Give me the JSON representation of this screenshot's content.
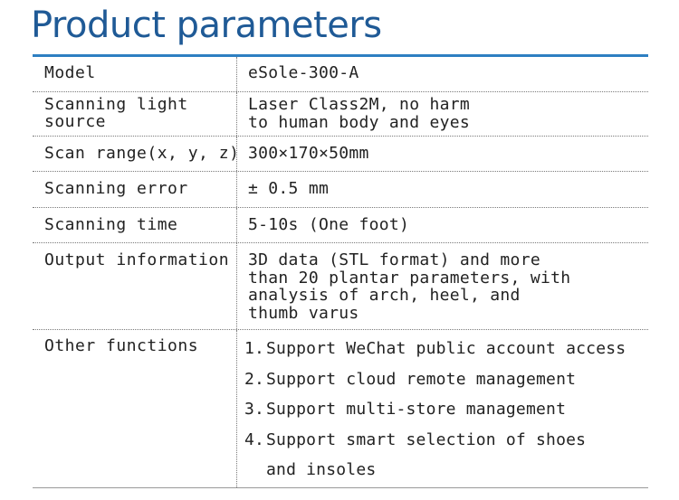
{
  "title": "Product parameters",
  "rows": [
    {
      "label": "Model",
      "value": "eSole-300-A"
    },
    {
      "label": "Scanning light\nsource",
      "value": "Laser Class2M, no harm\nto human body and eyes"
    },
    {
      "label": "Scan range(x, y, z)",
      "value": "300×170×50mm"
    },
    {
      "label": "Scanning error",
      "value": "± 0.5 mm"
    },
    {
      "label": "Scanning time",
      "value": "5-10s (One foot)"
    },
    {
      "label": "Output information",
      "value": "3D data (STL format) and more\nthan 20 plantar parameters, with\nanalysis of arch, heel, and\nthumb varus"
    },
    {
      "label": "Other functions"
    }
  ],
  "functions": [
    {
      "num": "1.",
      "text": "Support WeChat public account access"
    },
    {
      "num": "2.",
      "text": "Support cloud remote management"
    },
    {
      "num": "3.",
      "text": "Support multi-store management"
    },
    {
      "num": "4.",
      "text": "Support smart selection of shoes"
    }
  ],
  "functions_continuation": "and insoles",
  "colors": {
    "title": "#1f5a96",
    "rule": "#2e7fc2",
    "text": "#222222"
  }
}
